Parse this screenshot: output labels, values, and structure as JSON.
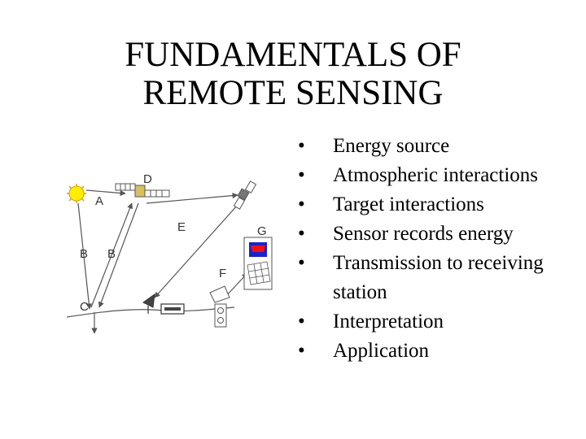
{
  "title": {
    "line1": "FUNDAMENTALS OF",
    "line2": "REMOTE SENSING"
  },
  "bullet_glyph": "•",
  "bullets": [
    "Energy source",
    "Atmospheric interactions",
    "Target interactions",
    "Sensor records energy",
    "Transmission to receiving station",
    "Interpretation",
    "Application"
  ],
  "diagram": {
    "labels": {
      "A": "A",
      "B1": "B",
      "B2": "B",
      "C": "C",
      "D": "D",
      "E": "E",
      "F": "F",
      "G": "G"
    },
    "colors": {
      "sun": "#ffee00",
      "sun_edge": "#d4a000",
      "line": "#555555",
      "screen_red": "#ee1111",
      "screen_blue": "#1a22cc"
    }
  }
}
